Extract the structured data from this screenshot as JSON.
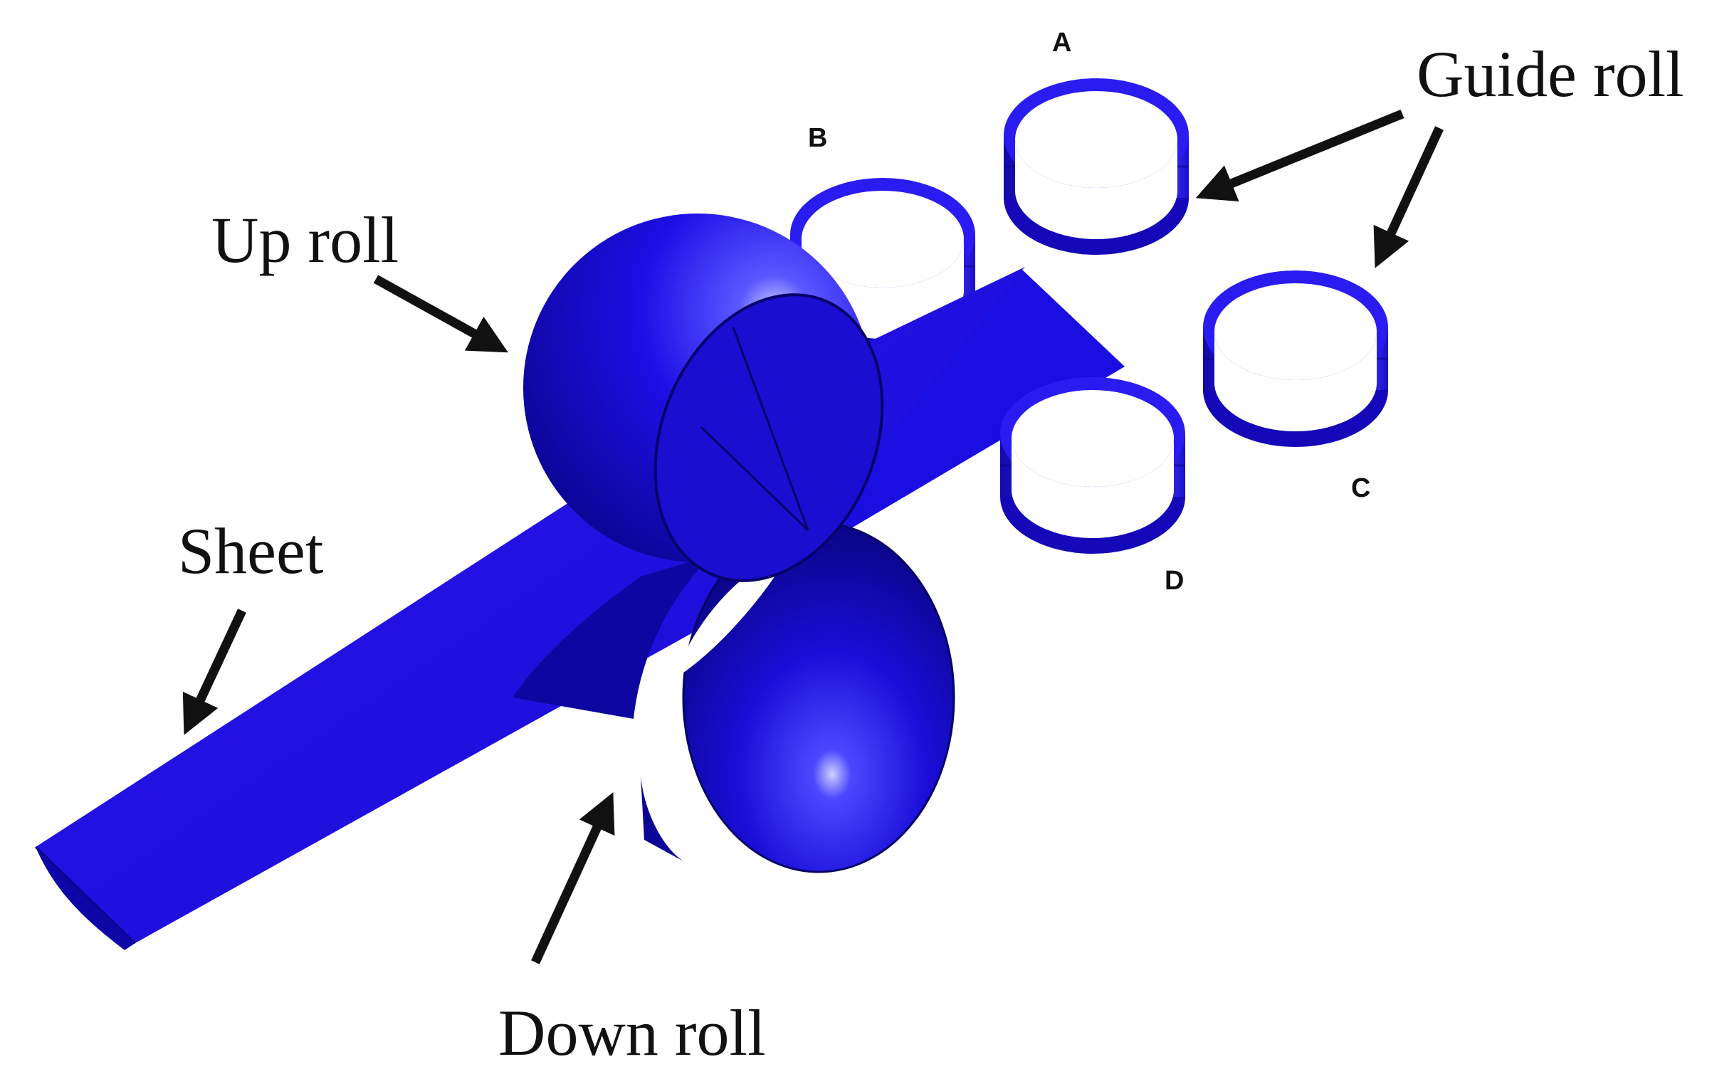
{
  "labels": {
    "guide_roll": "Guide roll",
    "up_roll": "Up roll",
    "sheet": "Sheet",
    "down_roll": "Down roll",
    "ring_a": "A",
    "ring_b": "B",
    "ring_c": "C",
    "ring_d": "D"
  },
  "colors": {
    "part_blue": "#1d0fe6",
    "part_dark": "#0c0596",
    "part_light": "#5a57ff",
    "highlight": "#cfd0ff",
    "arrow": "#111111",
    "background": "#ffffff"
  }
}
